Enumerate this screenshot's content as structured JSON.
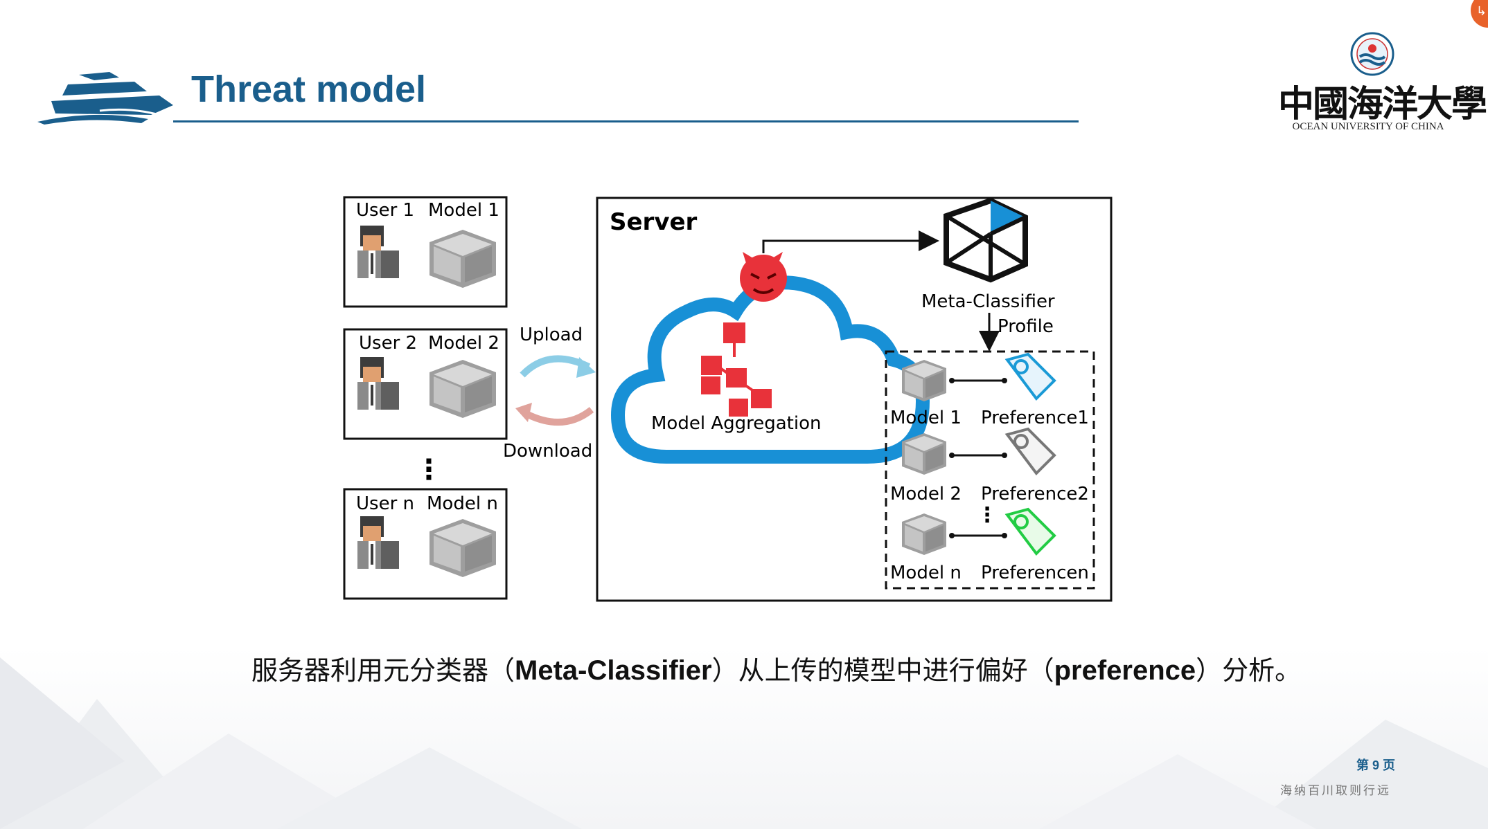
{
  "header": {
    "title": "Threat model",
    "university_name_cn": "中國海洋大學",
    "university_name_en": "OCEAN UNIVERSITY OF CHINA"
  },
  "colors": {
    "title_blue": "#1a5e8c",
    "cloud_blue": "#1890d6",
    "server_node_red": "#e8323a",
    "upload_arrow": "#8ccde6",
    "download_arrow": "#e0a39c",
    "preference_blue": "#1a9ad6",
    "preference_gray": "#777777",
    "preference_green": "#22cc44"
  },
  "diagram": {
    "users": [
      {
        "user_label": "User 1",
        "model_label": "Model 1"
      },
      {
        "user_label": "User 2",
        "model_label": "Model 2"
      },
      {
        "user_label": "User n",
        "model_label": "Model n"
      }
    ],
    "ellipsis": "⋮",
    "upload_label": "Upload",
    "download_label": "Download",
    "server_label": "Server",
    "aggregation_label": "Model Aggregation",
    "meta_classifier_label": "Meta-Classifier",
    "profile_label": "Profile",
    "profiles": [
      {
        "model_label": "Model 1",
        "preference_label": "Preference1"
      },
      {
        "model_label": "Model 2",
        "preference_label": "Preference2"
      },
      {
        "model_label": "Model n",
        "preference_label": "Preferencen"
      }
    ]
  },
  "caption": {
    "part1": "服务器利用元分类器（",
    "term1": "Meta-Classifier",
    "part2": "）从上传的模型中进行偏好（",
    "term2": "preference",
    "part3": "）分析。"
  },
  "footer": {
    "page_number": "第 9 页",
    "motto": "海纳百川取则行远"
  }
}
